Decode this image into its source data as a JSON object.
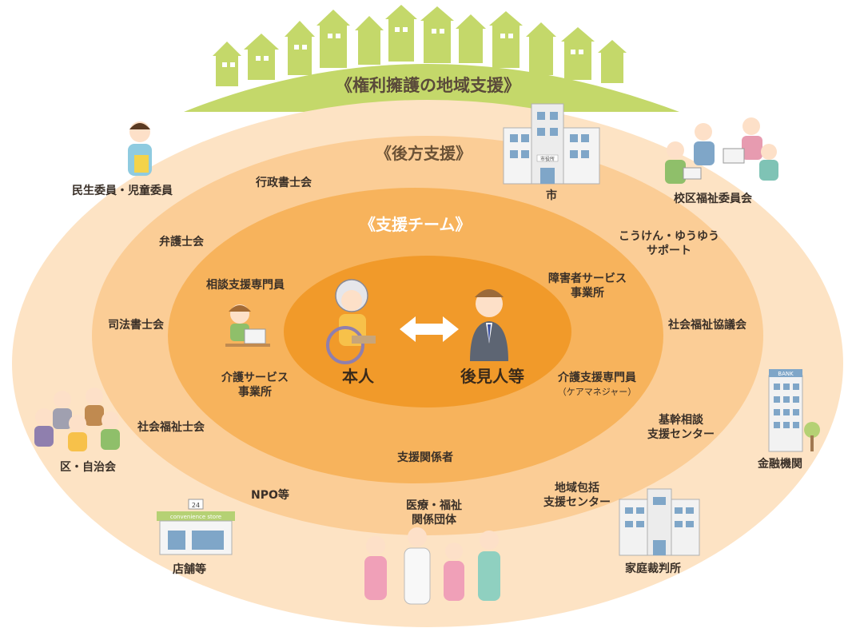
{
  "titles": {
    "outer": "《権利擁護の地域支援》",
    "middle": "《後方支援》",
    "inner": "《支援チーム》"
  },
  "center": {
    "person": "本人",
    "guardian": "後見人等"
  },
  "team": {
    "consult": "相談支援専門員",
    "disability_service_1": "障害者サービス",
    "disability_service_2": "事業所",
    "care_service_1": "介護サービス",
    "care_service_2": "事業所",
    "care_manager": "介護支援専門員",
    "care_manager_note": "（ケアマネジャー）",
    "stakeholders": "支援関係者"
  },
  "backup": {
    "admin_scrivener": "行政書士会",
    "lawyer": "弁護士会",
    "judicial_scrivener": "司法書士会",
    "social_worker": "社会福祉士会",
    "npo": "NPO等",
    "city": "市",
    "kouken_1": "こうけん・ゆうゆう",
    "kouken_2": "サポート",
    "council": "社会福祉協議会",
    "core_center_1": "基幹相談",
    "core_center_2": "支援センター",
    "community_center_1": "地域包括",
    "community_center_2": "支援センター",
    "medical_1": "医療・福祉",
    "medical_2": "関係団体"
  },
  "community": {
    "welfare_commissioner": "民生委員・児童委員",
    "school_district": "校区福祉委員会",
    "ward": "区・自治会",
    "shops": "店舗等",
    "financial": "金融機関",
    "family_court": "家庭裁判所"
  },
  "building_signs": {
    "city_hall": "市役所",
    "bank": "BANK",
    "store_number": "24",
    "store": "convenience store"
  },
  "colors": {
    "outer_ellipse": "#fde3c4",
    "middle_ellipse": "#fbc98e",
    "inner_ellipse": "#f6b257",
    "core_ellipse": "#f19a2a",
    "hill": "#c4d86a",
    "arrow": "#ffffff"
  }
}
